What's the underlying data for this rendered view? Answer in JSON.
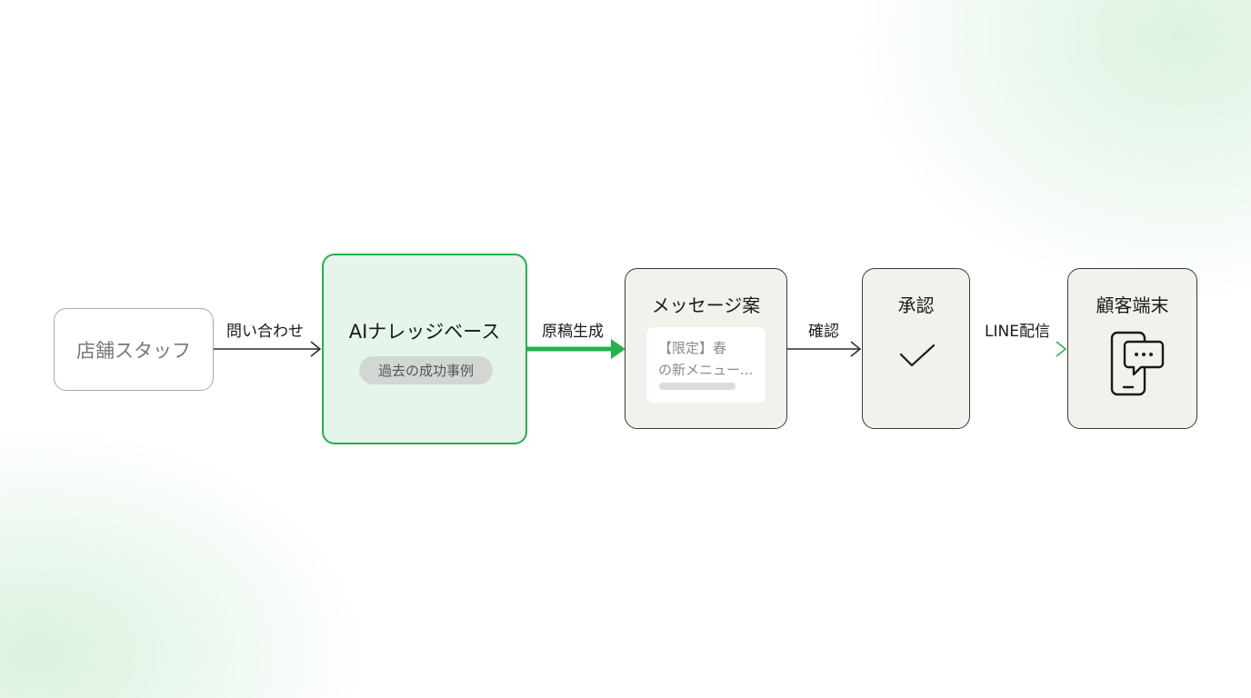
{
  "nodes": {
    "staff": {
      "label": "店舗スタッフ"
    },
    "knowledge_base": {
      "label": "AIナレッジベース",
      "tag": "過去の成功事例"
    },
    "message": {
      "label": "メッセージ案",
      "preview_line1": "【限定】春",
      "preview_line2": "の新メニュー..."
    },
    "approval": {
      "label": "承認",
      "icon": "checkmark-icon"
    },
    "device": {
      "label": "顧客端末",
      "icon": "smartphone-chat-icon"
    }
  },
  "edges": {
    "inquiry": "問い合わせ",
    "draft": "原稿生成",
    "confirm": "確認",
    "delivery": "LINE配信"
  },
  "colors": {
    "accent_green": "#22b14c",
    "kb_fill": "#e6f5ea",
    "card_fill": "#f3f1ec",
    "border_dark": "#3a3a3a"
  }
}
